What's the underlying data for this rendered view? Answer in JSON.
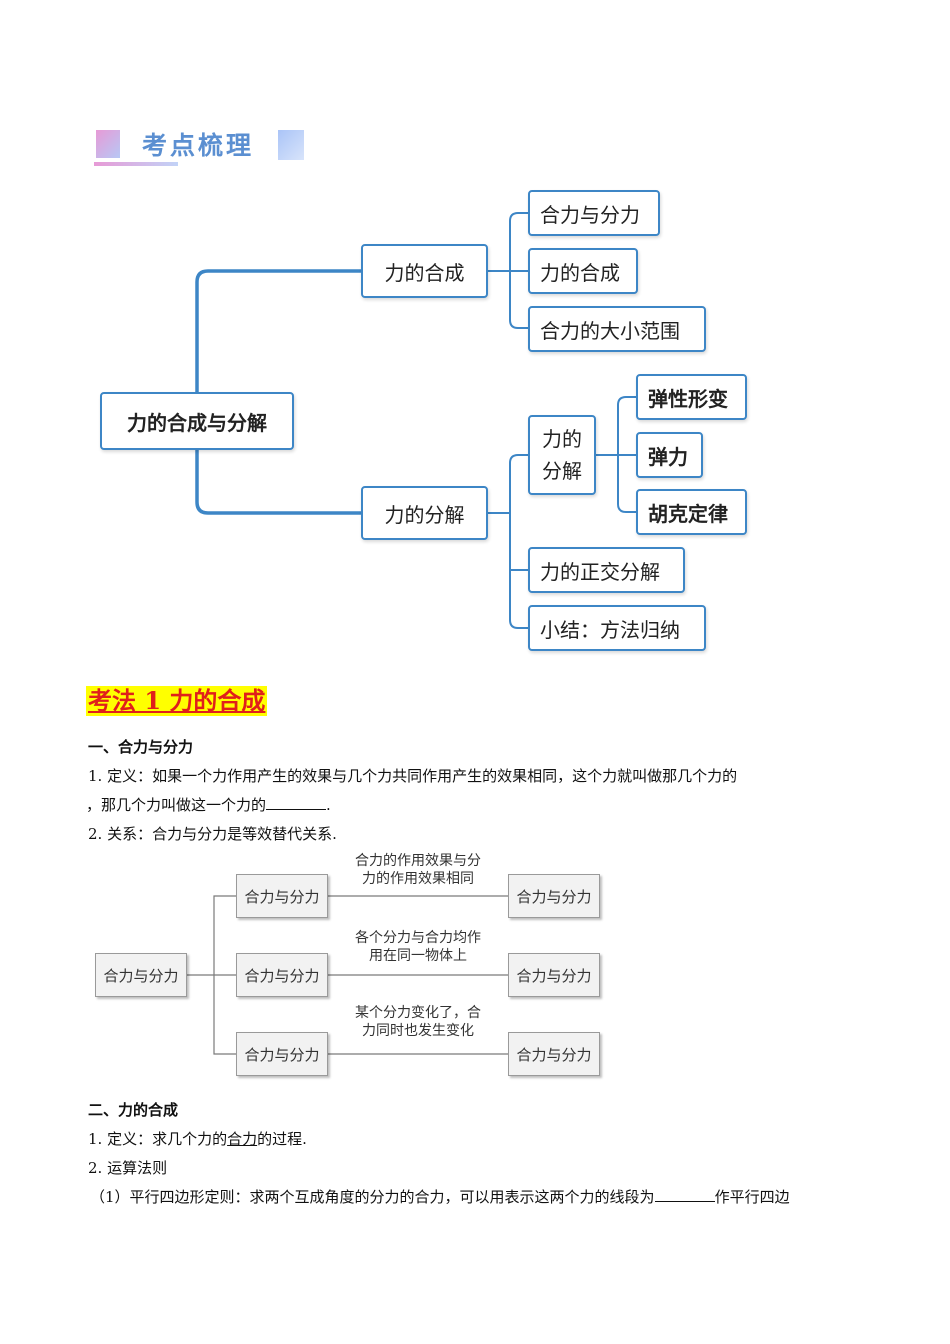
{
  "heading": {
    "title": "考点梳理"
  },
  "mindmap": {
    "root": "力的合成与分解",
    "branch1": {
      "label": "力的合成",
      "children": [
        "合力与分力",
        "力的合成",
        "合力的大小范围"
      ]
    },
    "branch2": {
      "label": "力的分解",
      "sub": {
        "label_line1": "力的",
        "label_line2": "分解",
        "children": [
          "弹性形变",
          "弹力",
          "胡克定律"
        ]
      },
      "children": [
        "力的正交分解",
        "小结：方法归纳"
      ]
    }
  },
  "kaofa": {
    "title": "考法 1  力的合成"
  },
  "section1": {
    "title": "一、合力与分力",
    "p1_line1": "1.  定义：如果一个力作用产生的效果与几个力共同作用产生的效果相同，这个力就叫做那几个力的",
    "p1_line2_a": "，那几个力叫做这一个力的",
    "p1_line2_b": ".",
    "p2": "2.  关系：合力与分力是等效替代关系."
  },
  "flow": {
    "left": "合力与分力",
    "rows": [
      {
        "mid": "合力与分力",
        "right": "合力与分力",
        "label_line1": "合力的作用效果与分",
        "label_line2": "力的作用效果相同"
      },
      {
        "mid": "合力与分力",
        "right": "合力与分力",
        "label_line1": "各个分力与合力均作",
        "label_line2": "用在同一物体上"
      },
      {
        "mid": "合力与分力",
        "right": "合力与分力",
        "label_line1": "某个分力变化了，合",
        "label_line2": "力同时也发生变化"
      }
    ]
  },
  "section2": {
    "title": "二、力的合成",
    "p1_a": "1.  定义：求几个力的",
    "p1_u": "合力",
    "p1_b": "的过程.",
    "p2": "2.  运算法则",
    "p3_a": "（1）平行四边形定则：求两个互成角度的分力的合力，可以用表示这两个力的线段为",
    "p3_b": "作平行四边"
  }
}
